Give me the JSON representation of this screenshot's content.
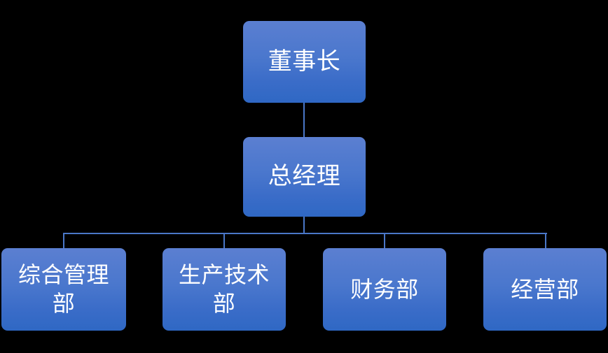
{
  "chart": {
    "type": "org-chart",
    "background_color": "#000000",
    "node_gradient_top": "#5b7fd1",
    "node_gradient_bottom": "#2f68c4",
    "connector_color": "#4a77c8",
    "text_color": "#ffffff",
    "levels": [
      {
        "level": 1,
        "nodes": [
          {
            "id": "chairman",
            "label": "董事长"
          }
        ]
      },
      {
        "level": 2,
        "nodes": [
          {
            "id": "general-manager",
            "label": "总经理"
          }
        ]
      },
      {
        "level": 3,
        "nodes": [
          {
            "id": "dept-general-admin",
            "label": "综合管理部"
          },
          {
            "id": "dept-production-tech",
            "label": "生产技术部"
          },
          {
            "id": "dept-finance",
            "label": "财务部"
          },
          {
            "id": "dept-operations",
            "label": "经营部"
          }
        ]
      }
    ]
  }
}
